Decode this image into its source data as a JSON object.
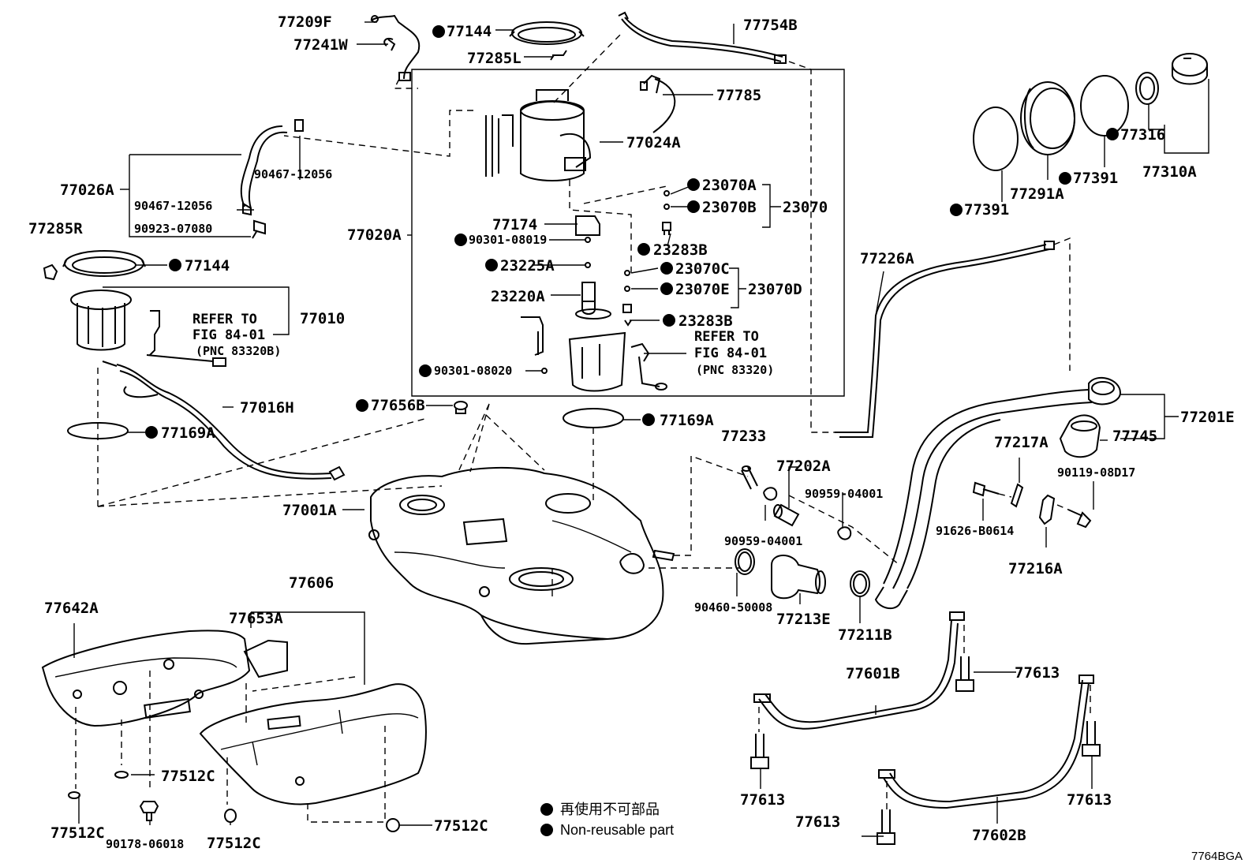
{
  "labels": {
    "p77209F": "77209F",
    "p77241W": "77241W",
    "p77144_top": "77144",
    "p77285L": "77285L",
    "p77754B": "77754B",
    "p77785": "77785",
    "p77024A": "77024A",
    "p90467_a": "90467-12056",
    "p77026A": "77026A",
    "p90467_b": "90467-12056",
    "p90923": "90923-07080",
    "p77285R": "77285R",
    "p77144_left": "77144",
    "p77010": "77010",
    "p77020A": "77020A",
    "p23070A": "23070A",
    "p23070B": "23070B",
    "p23070": "23070",
    "p77174": "77174",
    "p90301_08019": "90301-08019",
    "p23283B_a": "23283B",
    "p23225A": "23225A",
    "p23070C": "23070C",
    "p23220A": "23220A",
    "p23070E": "23070E",
    "p23070D": "23070D",
    "p23283B_b": "23283B",
    "p90301_08020": "90301-08020",
    "p77016H": "77016H",
    "p77169A_left": "77169A",
    "p77656B": "77656B",
    "p77169A_mid": "77169A",
    "p77001A": "77001A",
    "p77233": "77233",
    "p77202A": "77202A",
    "p90959_a": "90959-04001",
    "p90959_b": "90959-04001",
    "p90460": "90460-50008",
    "p77213E": "77213E",
    "p77211B": "77211B",
    "p77226A": "77226A",
    "p77201E": "77201E",
    "p77745": "77745",
    "p77217A": "77217A",
    "p90119": "90119-08D17",
    "p91626": "91626-B0614",
    "p77216A": "77216A",
    "p77391_a": "77391",
    "p77291A": "77291A",
    "p77391_b": "77391",
    "p77316": "77316",
    "p77310A": "77310A",
    "p77606": "77606",
    "p77642A": "77642A",
    "p77653A": "77653A",
    "p77512C_a": "77512C",
    "p77512C_b": "77512C",
    "p77512C_c": "77512C",
    "p77512C_d": "77512C",
    "p90178": "90178-06018",
    "p77601B": "77601B",
    "p77613_a": "77613",
    "p77613_b": "77613",
    "p77613_c": "77613",
    "p77613_d": "77613",
    "p77602B": "77602B"
  },
  "refer_upper": {
    "line1": "REFER TO",
    "line2": "FIG 84-01",
    "line3": "(PNC 83320)"
  },
  "refer_lower_left": {
    "line1": "REFER TO",
    "line2": "FIG 84-01",
    "line3": "(PNC 83320B)"
  },
  "legend": {
    "japanese": "再使用不可部品",
    "english": "Non-reusable part"
  },
  "figure_code": "7764BGA"
}
